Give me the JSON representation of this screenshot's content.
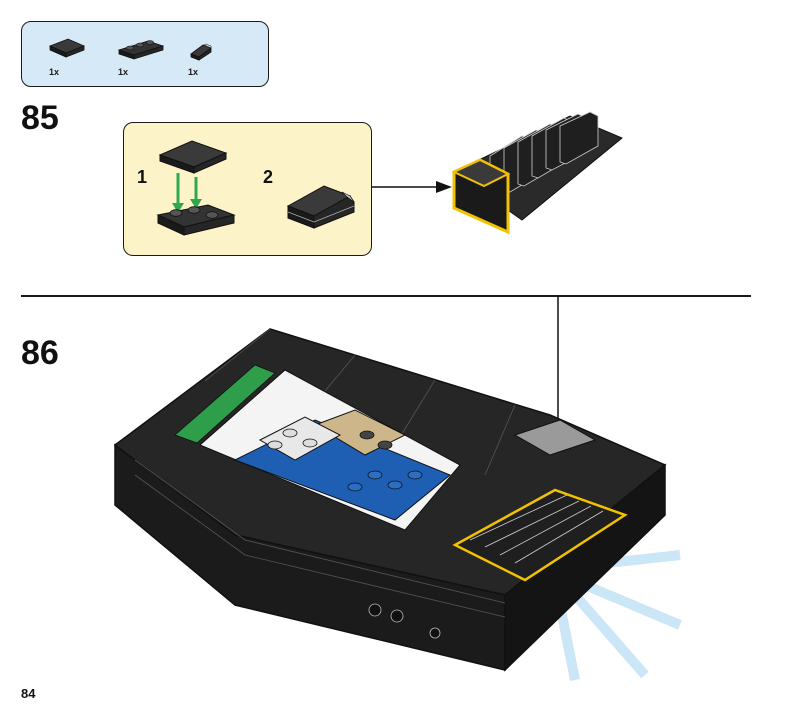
{
  "parts": [
    {
      "icon": "black-tile-2x2-icon",
      "qty": "1x"
    },
    {
      "icon": "black-plate-1x3-icon",
      "qty": "1x"
    },
    {
      "icon": "black-slope-wedge-icon",
      "qty": "1x"
    }
  ],
  "steps": [
    {
      "number": "85",
      "substeps": [
        "1",
        "2"
      ]
    },
    {
      "number": "86"
    }
  ],
  "page_number": "84",
  "colors": {
    "parts_bg": "#d6e9f7",
    "substep_bg": "#fdf3c9",
    "brick_black": "#222222",
    "highlight_yellow": "#f2c200",
    "arrow_green": "#2fa84f",
    "brick_blue": "#1e5fb3",
    "brick_green": "#2f9e4a",
    "brick_tan": "#cdb68a"
  }
}
